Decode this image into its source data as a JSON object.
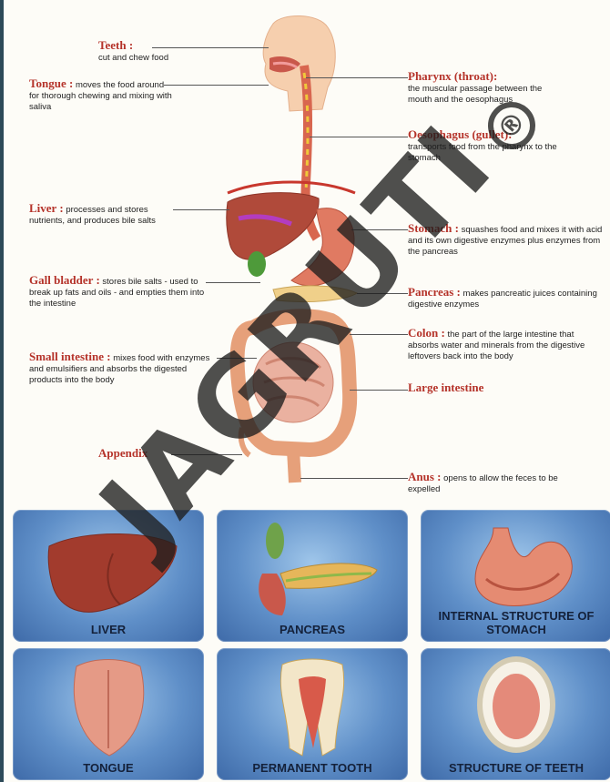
{
  "labels": {
    "teeth": {
      "term": "Teeth :",
      "desc": "cut and chew food"
    },
    "tongue": {
      "term": "Tongue :",
      "desc": "moves the food around for thorough chewing and mixing with saliva"
    },
    "liver": {
      "term": "Liver :",
      "desc": "processes and stores nutrients, and produces bile salts"
    },
    "gall_bladder": {
      "term": "Gall bladder :",
      "desc": "stores bile salts - used to break up fats and oils - and empties them into the intestine"
    },
    "small_intestine": {
      "term": "Small intestine :",
      "desc": "mixes food with enzymes and emulsifiers and absorbs the digested products into the body"
    },
    "appendix": {
      "term": "Appendix",
      "desc": ""
    },
    "pharynx": {
      "term": "Pharynx (throat):",
      "desc": "the muscular passage between the mouth and the oesophagus"
    },
    "oesophagus": {
      "term": "Oesophagus (gullet):",
      "desc": "transports food from the pharynx to the stomach"
    },
    "stomach": {
      "term": "Stomach :",
      "desc": "squashes food and mixes it with acid and its own digestive enzymes plus enzymes from the pancreas"
    },
    "pancreas": {
      "term": "Pancreas :",
      "desc": "makes pancreatic juices containing digestive enzymes"
    },
    "colon": {
      "term": "Colon :",
      "desc": "the part of the large intestine that absorbs water and minerals from the digestive leftovers back into the body"
    },
    "large_intestine": {
      "term": "Large intestine",
      "desc": ""
    },
    "anus": {
      "term": "Anus :",
      "desc": "opens to allow the feces to be expelled"
    }
  },
  "panels": [
    {
      "caption": "LIVER"
    },
    {
      "caption": "PANCREAS"
    },
    {
      "caption": "INTERNAL STRUCTURE OF STOMACH"
    },
    {
      "caption": "TONGUE"
    },
    {
      "caption": "PERMANENT TOOTH"
    },
    {
      "caption": "STRUCTURE OF TEETH"
    }
  ],
  "watermark": {
    "text": "JAGRUTI",
    "mark": "®"
  },
  "colors": {
    "term": "#b5332a",
    "panel": "#5f8fc8",
    "organ_liver": "#b04a3a",
    "organ_intestine": "#e9a37e"
  }
}
